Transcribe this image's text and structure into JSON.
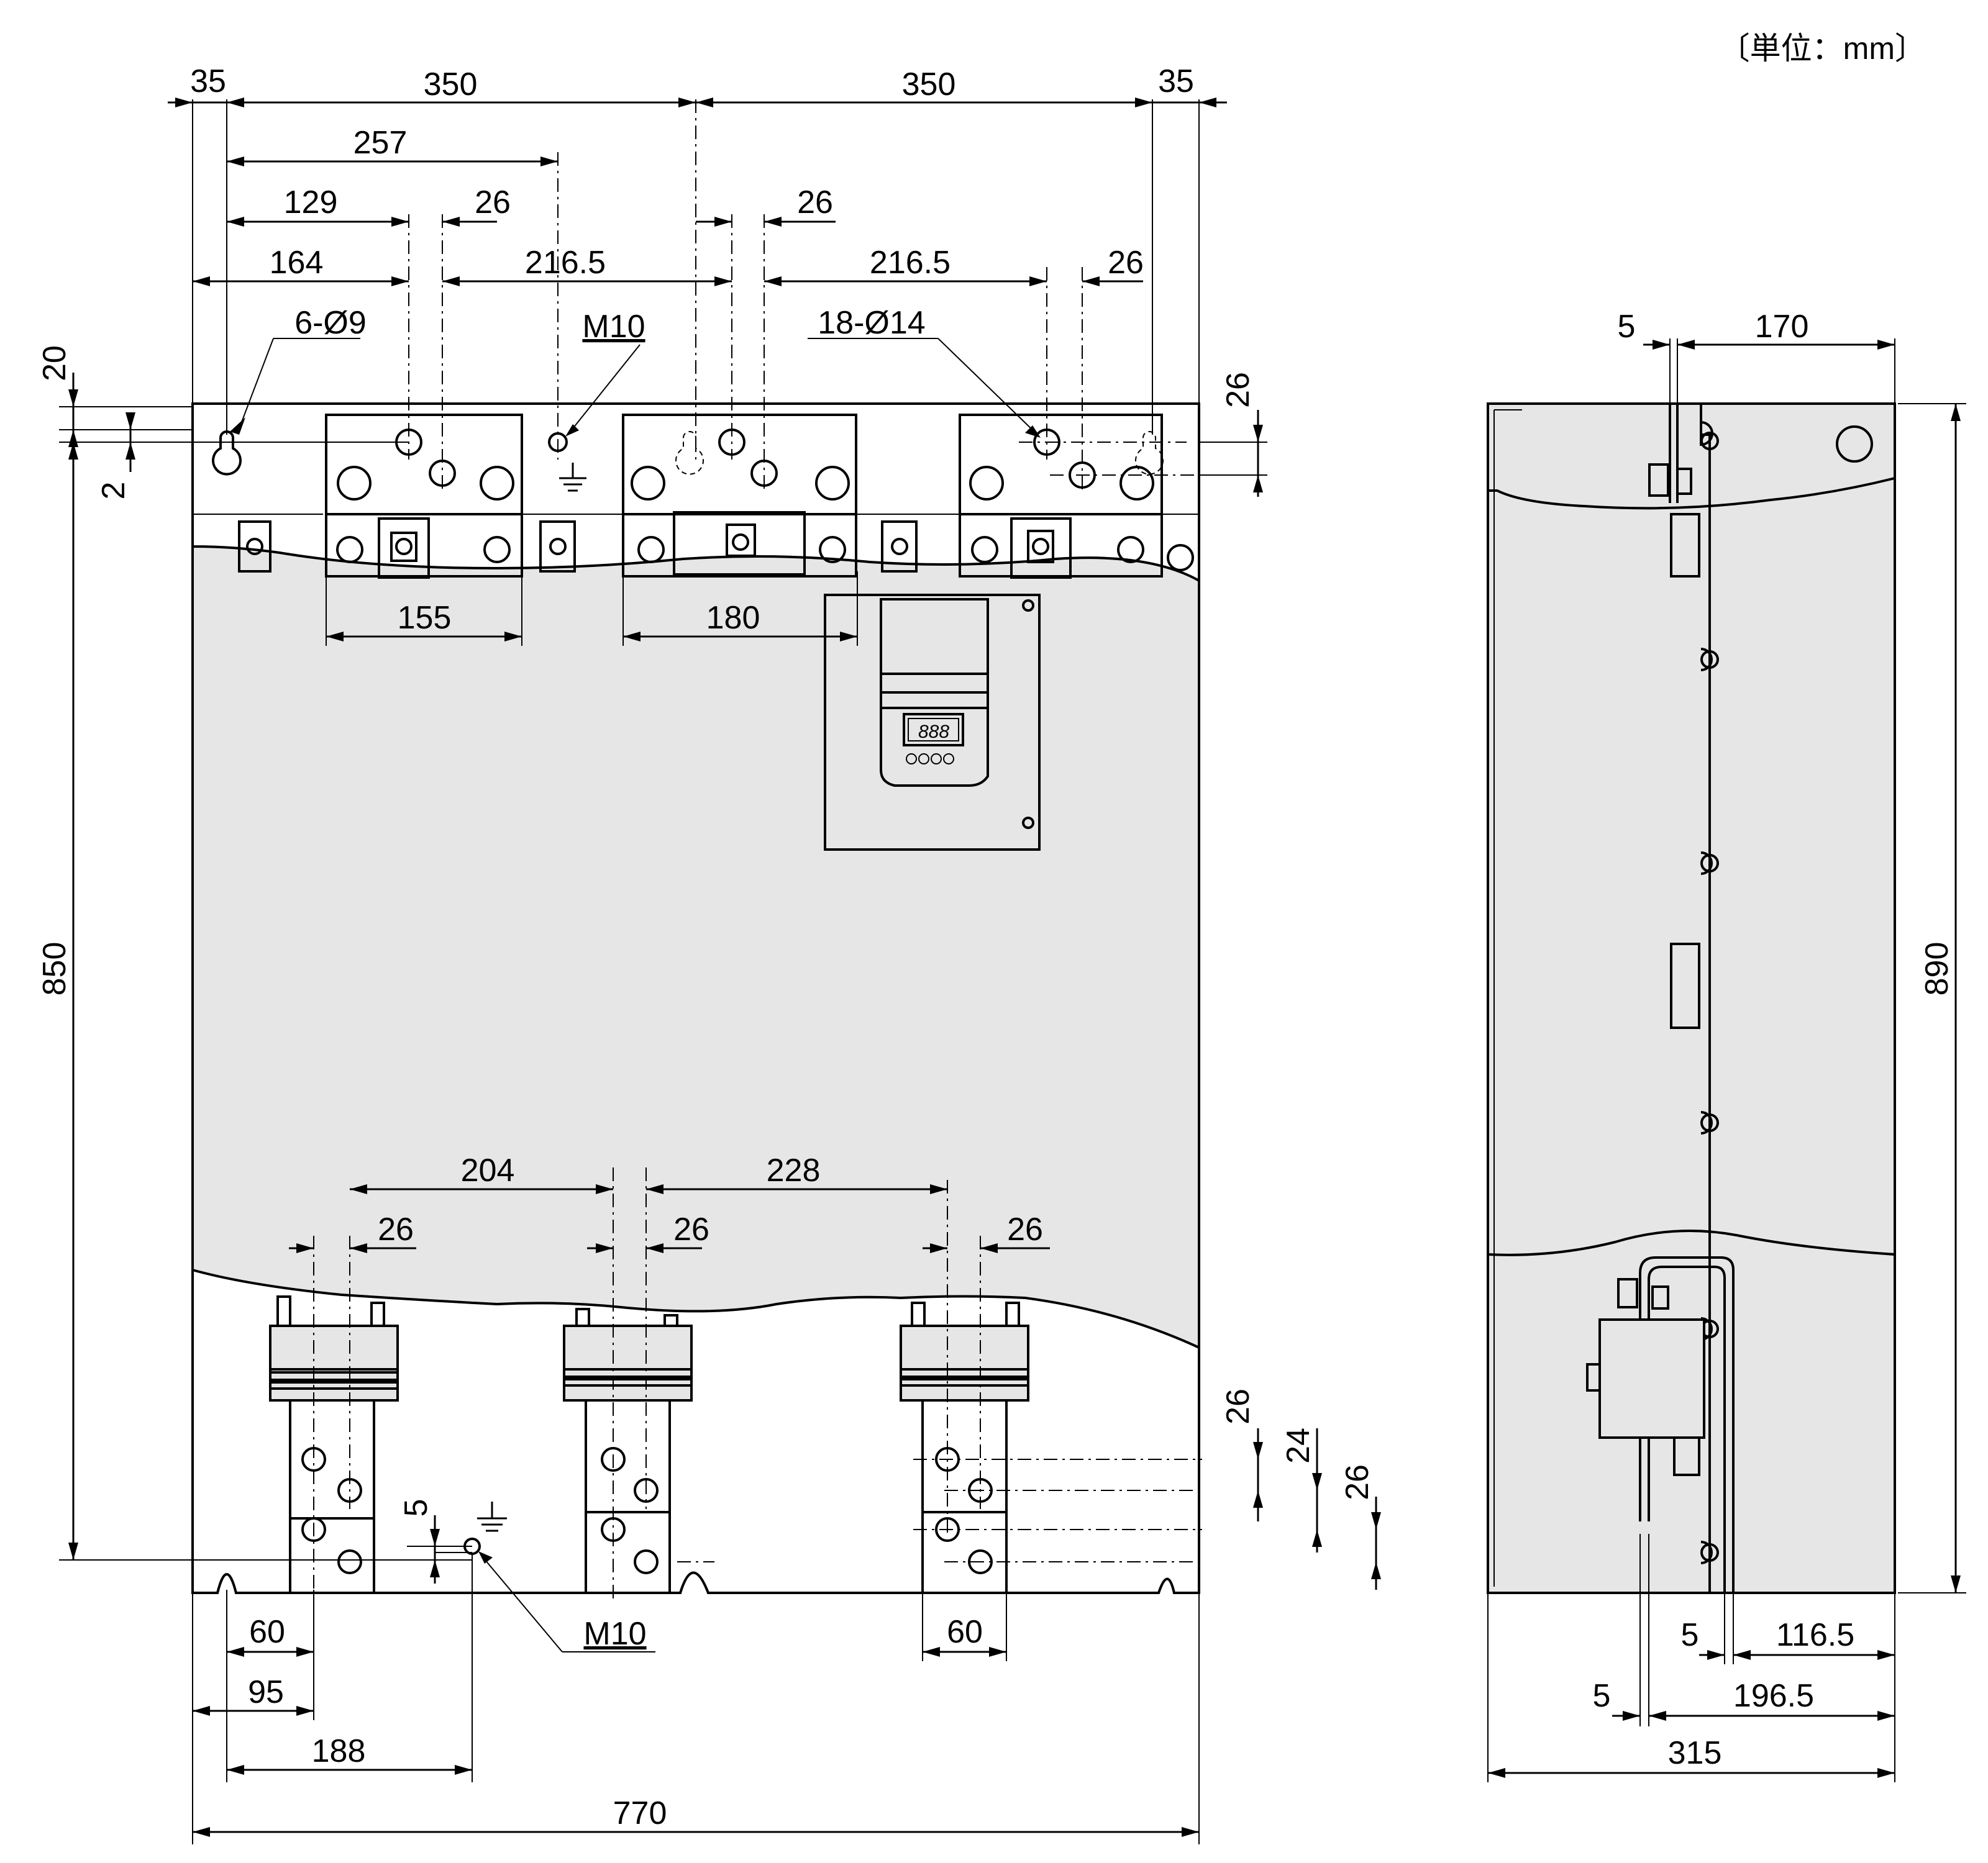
{
  "unit_label": "〔単位：mm〕",
  "front_view": {
    "top_dims": {
      "d35_left": "35",
      "d350_left": "350",
      "d350_right": "350",
      "d35_right": "35",
      "d257": "257",
      "d129": "129",
      "d26_a": "26",
      "d26_b": "26",
      "d164": "164",
      "d216_5_a": "216.5",
      "d216_5_b": "216.5",
      "d26_c": "26"
    },
    "callouts": {
      "mount_holes": "6-Ø9",
      "ground_top": "M10",
      "terminal_holes": "18-Ø14",
      "ground_bottom": "M10"
    },
    "left_dims": {
      "d20": "20",
      "d2": "2",
      "d850": "850"
    },
    "right_dims": {
      "d26_top": "26",
      "d26_b1": "26",
      "d24": "24",
      "d26_b2": "26"
    },
    "mid_dims": {
      "d155": "155",
      "d180": "180"
    },
    "bottom_top_dims": {
      "d204": "204",
      "d228": "228",
      "d26_1": "26",
      "d26_2": "26",
      "d26_3": "26"
    },
    "bottom_dims": {
      "d5": "5",
      "d60_left": "60",
      "d60_right": "60",
      "d95": "95",
      "d188": "188",
      "d770": "770"
    },
    "display_digits": "888"
  },
  "side_view": {
    "d5_top": "5",
    "d170": "170",
    "d890": "890",
    "d5_a": "5",
    "d116_5": "116.5",
    "d5_b": "5",
    "d196_5": "196.5",
    "d315": "315"
  }
}
